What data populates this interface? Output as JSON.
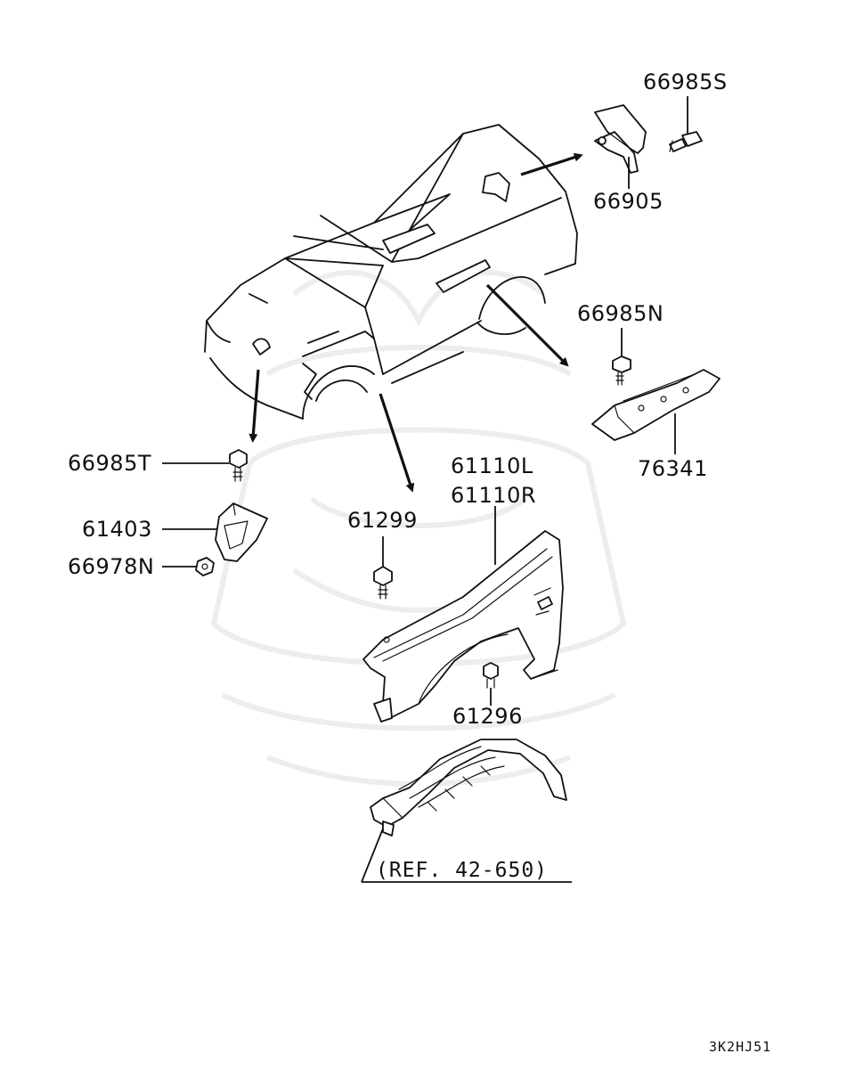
{
  "parts": {
    "p66985S": "66985S",
    "p66905": "66905",
    "p66985N": "66985N",
    "p76341": "76341",
    "p66985T": "66985T",
    "p61403": "61403",
    "p66978N": "66978N",
    "p61299": "61299",
    "p61110L": "61110L",
    "p61110R": "61110R",
    "p61296": "61296"
  },
  "reference": "(REF. 42-650)",
  "diagram_code": "3K2HJ51",
  "colors": {
    "line": "#111111",
    "background": "#ffffff",
    "watermark": "#ededed"
  }
}
